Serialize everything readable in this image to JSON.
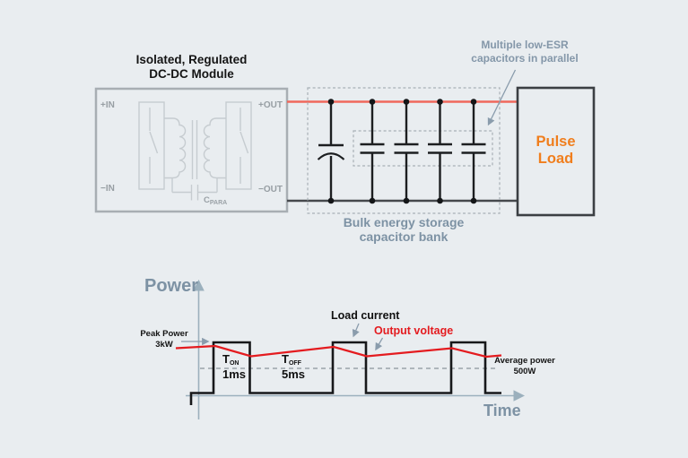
{
  "colors": {
    "background": "#e9edf0",
    "positive_rail_red": "#f0685c",
    "negative_rail_dark": "#46494d",
    "output_voltage_red": "#e41b1f",
    "waveform_black": "#17181a",
    "caption_bluegray": "#7d92a4",
    "pulse_load_orange": "#f07e1d",
    "module_border_gray": "#a8aeb3"
  },
  "module": {
    "title_line1": "Isolated, Regulated",
    "title_line2": "DC-DC Module",
    "pin_in_pos": "+IN",
    "pin_in_neg": "−IN",
    "pin_out_pos": "+OUT",
    "pin_out_neg": "−OUT",
    "cpara_main": "C",
    "cpara_sub": "PARA"
  },
  "bank": {
    "caption_line1": "Bulk energy storage",
    "caption_line2": "capacitor bank",
    "annotation_line1": "Multiple low-ESR",
    "annotation_line2": "capacitors in parallel"
  },
  "load": {
    "label_line1": "Pulse",
    "label_line2": "Load"
  },
  "graph": {
    "y_axis_label": "Power",
    "x_axis_label": "Time",
    "peak_line1": "Peak Power",
    "peak_line2": "3kW",
    "t_on_main": "T",
    "t_on_sub": "ON",
    "t_on_value": "1ms",
    "t_off_main": "T",
    "t_off_sub": "OFF",
    "t_off_value": "5ms",
    "load_current_label": "Load current",
    "output_voltage_label": "Output voltage",
    "avg_line1": "Average power",
    "avg_line2": "500W"
  }
}
